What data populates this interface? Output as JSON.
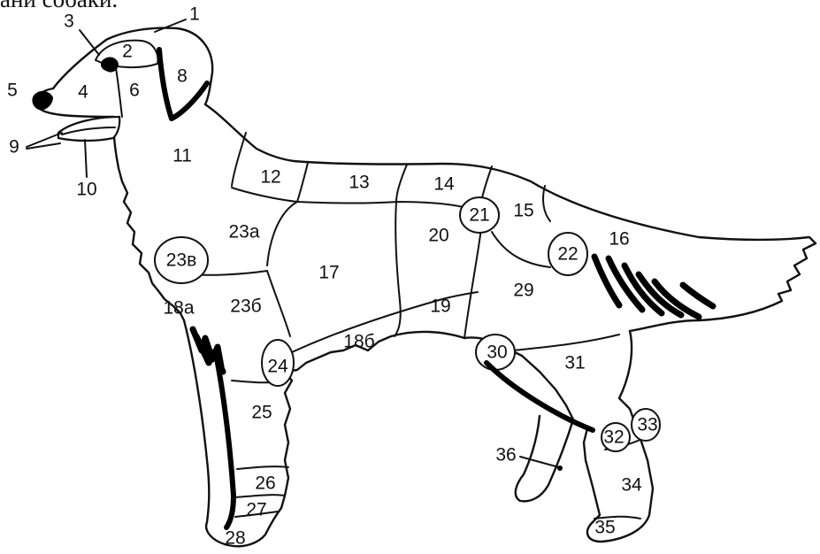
{
  "caption_fragment": "ани собаки.",
  "colors": {
    "line": "#111111",
    "background": "#ffffff"
  },
  "zones": [
    {
      "id": "1",
      "label": "1"
    },
    {
      "id": "2",
      "label": "2"
    },
    {
      "id": "3",
      "label": "3"
    },
    {
      "id": "4",
      "label": "4"
    },
    {
      "id": "5",
      "label": "5"
    },
    {
      "id": "6",
      "label": "6"
    },
    {
      "id": "8",
      "label": "8"
    },
    {
      "id": "9",
      "label": "9"
    },
    {
      "id": "10",
      "label": "10"
    },
    {
      "id": "11",
      "label": "11"
    },
    {
      "id": "12",
      "label": "12"
    },
    {
      "id": "13",
      "label": "13"
    },
    {
      "id": "14",
      "label": "14"
    },
    {
      "id": "15",
      "label": "15"
    },
    {
      "id": "16",
      "label": "16"
    },
    {
      "id": "17",
      "label": "17"
    },
    {
      "id": "18a",
      "label": "18a"
    },
    {
      "id": "18b",
      "label": "18б"
    },
    {
      "id": "19",
      "label": "19"
    },
    {
      "id": "20",
      "label": "20"
    },
    {
      "id": "21",
      "label": "21"
    },
    {
      "id": "22",
      "label": "22"
    },
    {
      "id": "23a",
      "label": "23a"
    },
    {
      "id": "23b",
      "label": "23б"
    },
    {
      "id": "23v",
      "label": "23в"
    },
    {
      "id": "24",
      "label": "24"
    },
    {
      "id": "25",
      "label": "25"
    },
    {
      "id": "26",
      "label": "26"
    },
    {
      "id": "27",
      "label": "27"
    },
    {
      "id": "28",
      "label": "28"
    },
    {
      "id": "29",
      "label": "29"
    },
    {
      "id": "30",
      "label": "30"
    },
    {
      "id": "31",
      "label": "31"
    },
    {
      "id": "32",
      "label": "32"
    },
    {
      "id": "33",
      "label": "33"
    },
    {
      "id": "34",
      "label": "34"
    },
    {
      "id": "35",
      "label": "35"
    },
    {
      "id": "36",
      "label": "36"
    }
  ]
}
